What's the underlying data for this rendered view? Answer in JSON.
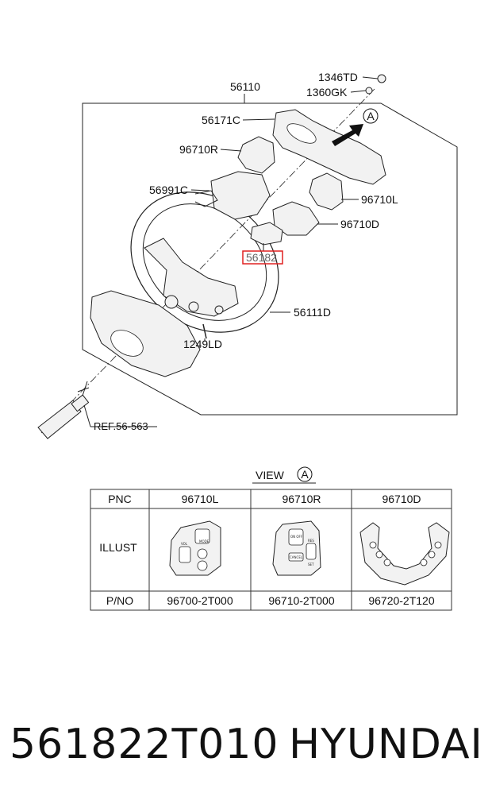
{
  "callouts": {
    "p56110": "56110",
    "p1346td": "1346TD",
    "p1360gk": "1360GK",
    "p56171c": "56171C",
    "p96710r": "96710R",
    "p56991c": "56991C",
    "p96710l": "96710L",
    "p96710d": "96710D",
    "p56182": "56182",
    "p56111d": "56111D",
    "p1249ld": "1249LD",
    "ref": "REF.56-563",
    "arrow_marker": "A"
  },
  "view": {
    "label": "VIEW",
    "marker": "A"
  },
  "table": {
    "headers": {
      "pnc": "PNC",
      "illust": "ILLUST",
      "pno": "P/NO"
    },
    "columns": [
      {
        "pnc": "96710L",
        "pno": "96700-2T000"
      },
      {
        "pnc": "96710R",
        "pno": "96710-2T000"
      },
      {
        "pnc": "96710D",
        "pno": "96720-2T120"
      }
    ]
  },
  "switch_text": {
    "mode": "MODE",
    "vol": "VOL",
    "on_off": "ON OFF",
    "cancel": "CANCEL",
    "set": "SET",
    "res": "RES"
  },
  "footer": {
    "part_number": "561822T010",
    "brand": "HYUNDAI"
  },
  "colors": {
    "highlight": "#e02020",
    "line": "#222222",
    "part_fill": "#f2f2f2"
  }
}
